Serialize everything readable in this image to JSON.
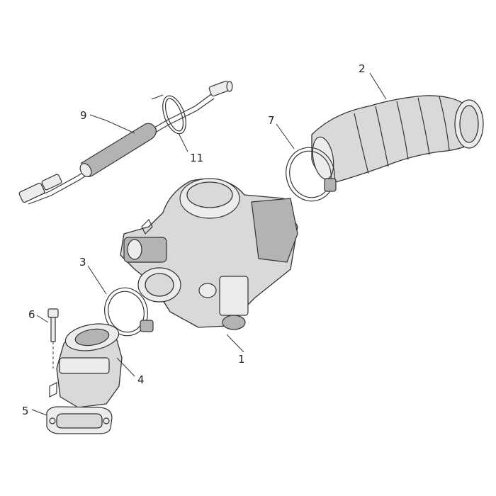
{
  "callouts": [
    {
      "id": "c1",
      "label": "1"
    },
    {
      "id": "c2",
      "label": "2"
    },
    {
      "id": "c3",
      "label": "3"
    },
    {
      "id": "c4",
      "label": "4"
    },
    {
      "id": "c5",
      "label": "5"
    },
    {
      "id": "c6",
      "label": "6"
    },
    {
      "id": "c7",
      "label": "7"
    },
    {
      "id": "c9",
      "label": "9"
    },
    {
      "id": "c11",
      "label": "11"
    }
  ]
}
